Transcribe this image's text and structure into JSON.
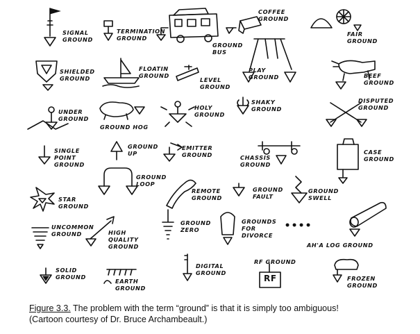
{
  "labels": {
    "signal": "SIGNAL\nGROUND",
    "termination": "TERMINATION\nGROUND",
    "ground_bus": "GROUND\nBUS",
    "coffee": "COFFEE\nGROUND",
    "fair": "FAIR\nGROUND",
    "shielded": "SHIELDED\nGROUND",
    "floatin": "FLOATIN\nGROUND",
    "level": "LEVEL\nGROUND",
    "play": "PLAY\nGROUND",
    "beef": "BEEF\nGROUND",
    "under": "UNDER\nGROUND",
    "hog": "GROUND HOG",
    "holy": "HOLY\nGROUND",
    "shaky": "SHAKY\nGROUND",
    "disputed": "DISPUTED\nGROUND",
    "single_point": "SINGLE\nPOINT\nGROUND",
    "up": "GROUND\nUP",
    "emitter": "EMITTER\nGROUND",
    "chassis": "CHASSIS\nGROUND",
    "case": "CASE\nGROUND",
    "loop": "GROUND\nLOOP",
    "remote": "REMOTE\nGROUND",
    "fault": "GROUND\nFAULT",
    "swell": "GROUND\nSWELL",
    "star": "STAR\nGROUND",
    "uncommon": "UNCOMMON\nGROUND",
    "high_quality": "HIGH\nQUALITY\nGROUND",
    "zero": "GROUND\nZERO",
    "divorce": "GROUNDS\nFOR\nDIVORCE",
    "log": "AH'A LOG GROUND",
    "solid": "SOLID\nGROUND",
    "earth": "EARTH\nGROUND",
    "digital": "DIGITAL\nGROUND",
    "rf": "RF GROUND",
    "rf_box": "RF",
    "frozen": "FROZEN\nGROUND"
  },
  "caption": {
    "figure_ref": "Figure 3.3.",
    "line1": " The problem with the term “ground” is that it is simply too ambiguous!",
    "line2": "(Cartoon courtesy of Dr. Bruce Archambeault.)"
  }
}
